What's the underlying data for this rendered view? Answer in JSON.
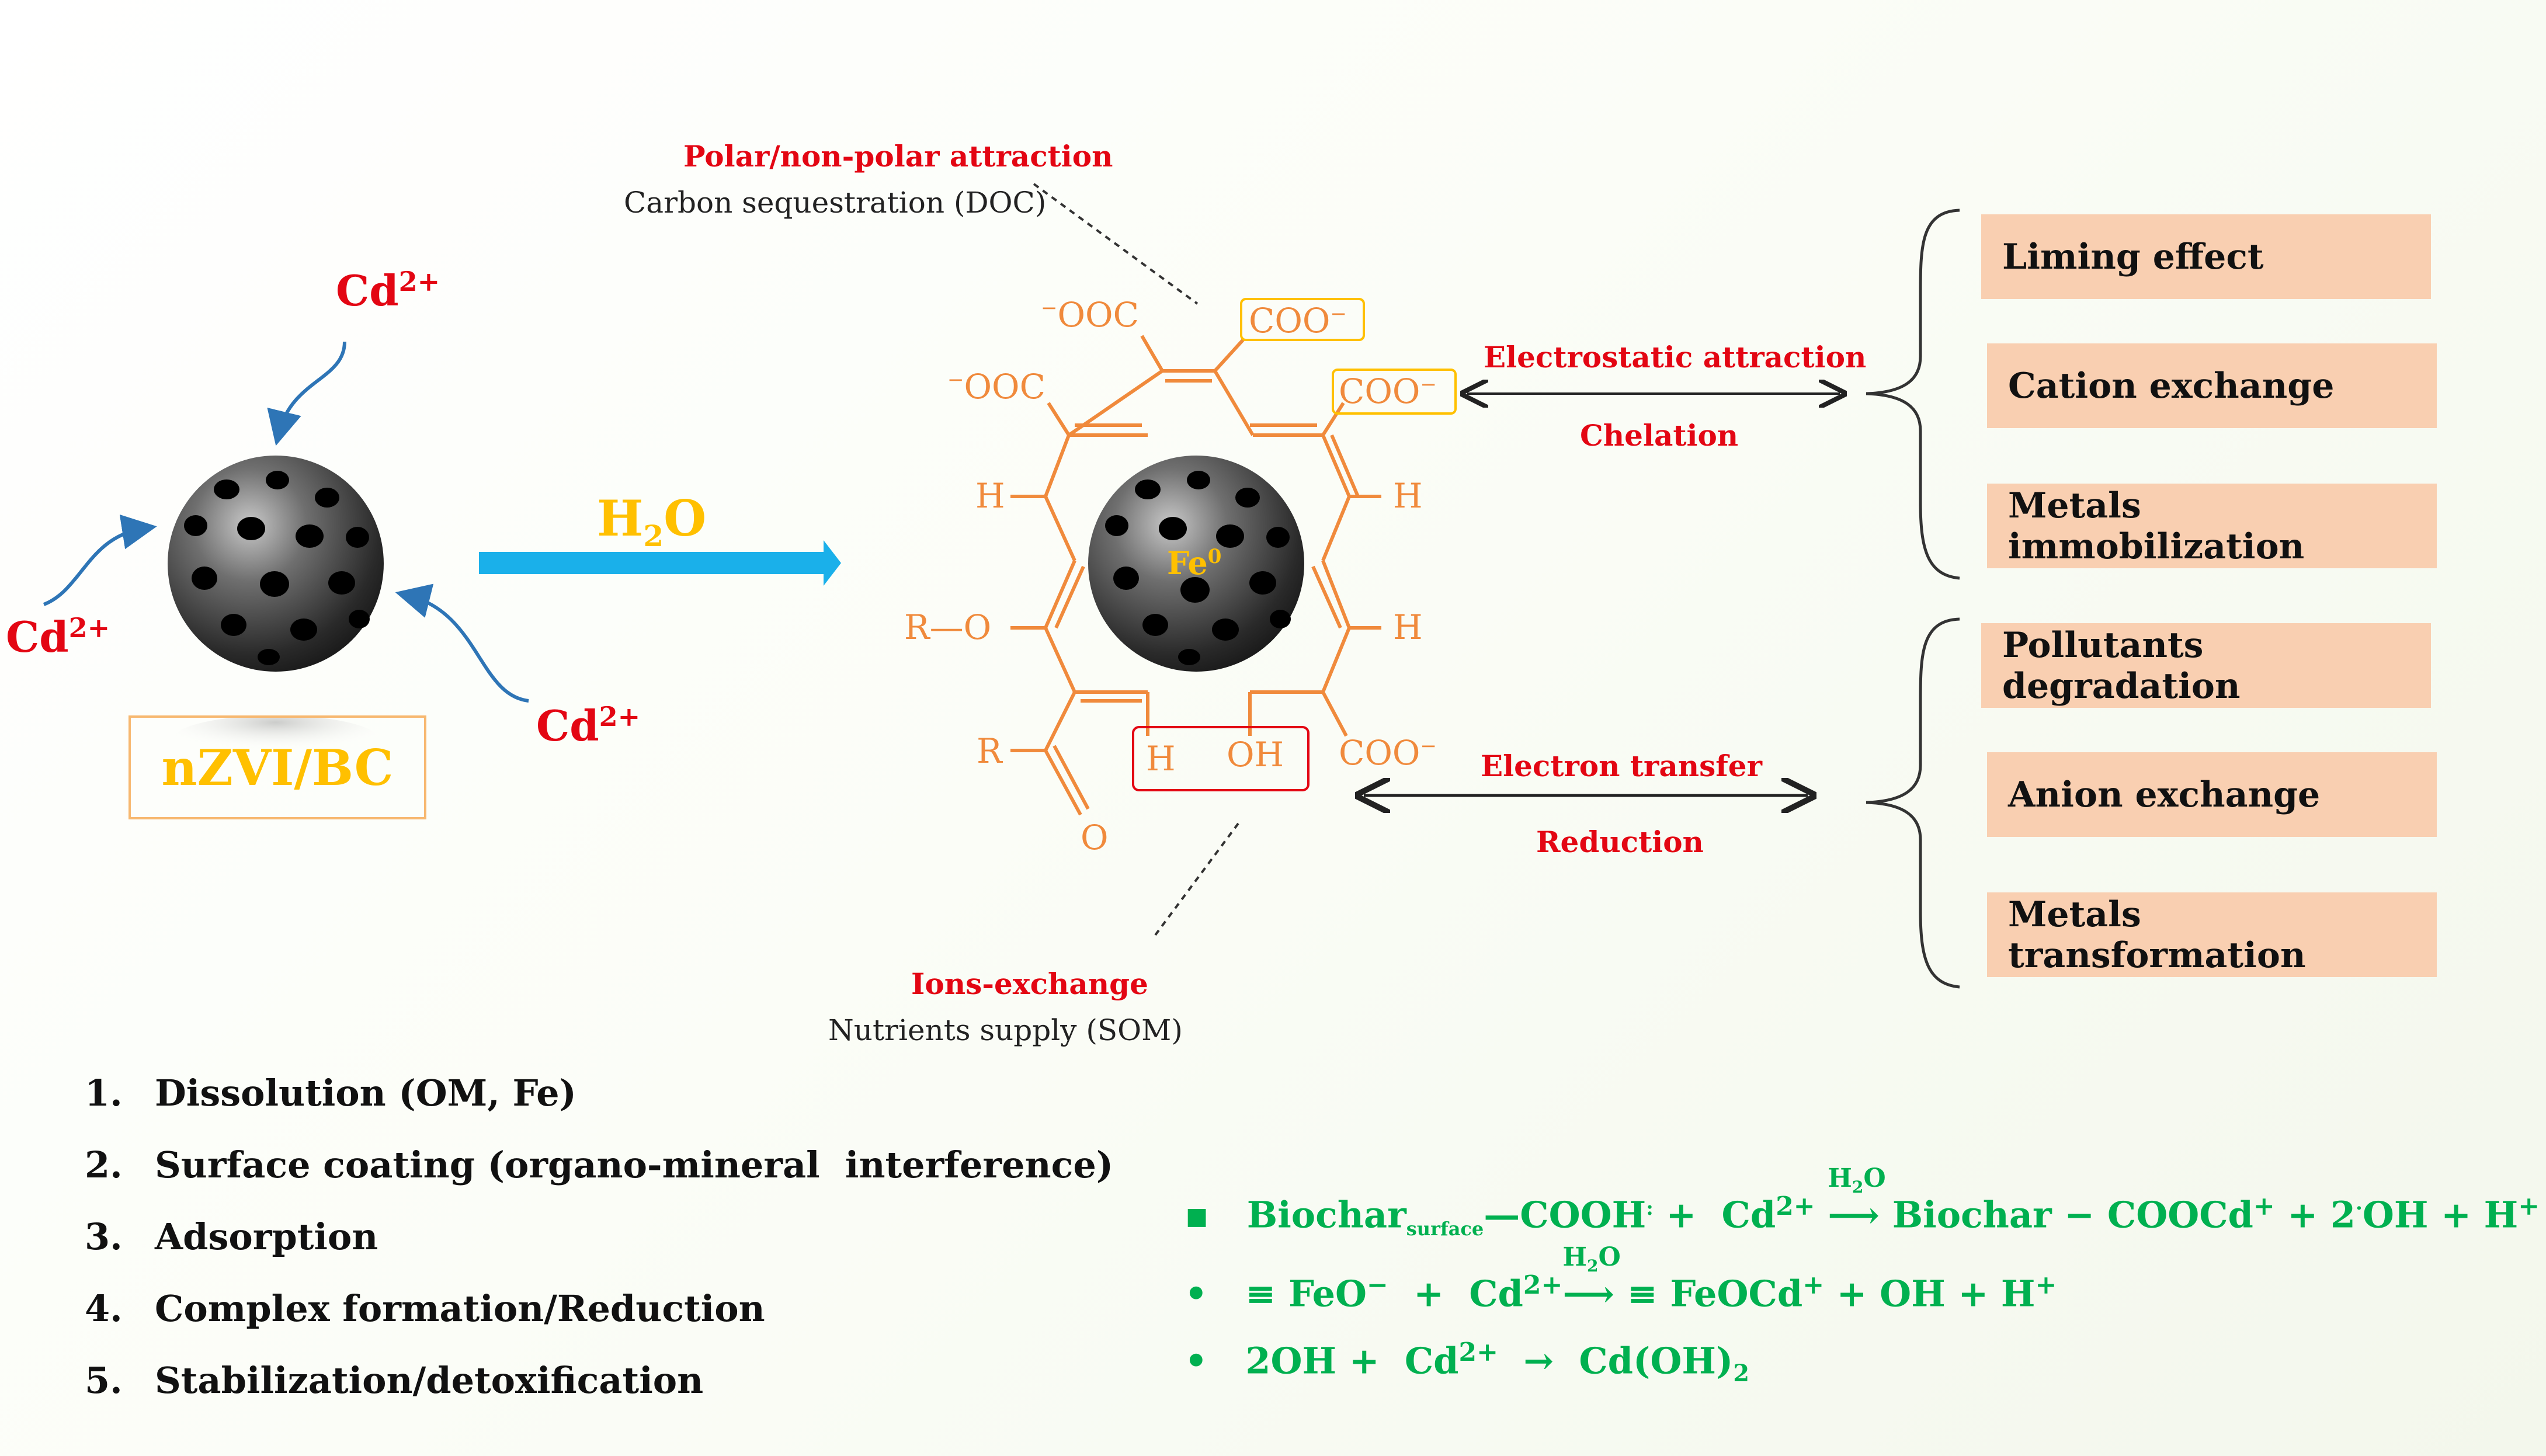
{
  "left": {
    "ion_label": "Cd",
    "ion_charge": "2+",
    "particle_label": "nZVI/BC",
    "water_label_main": "H",
    "water_label_sub": "2",
    "water_label_end": "O"
  },
  "molecule": {
    "polar_label": "Polar/non-polar attraction",
    "carbon_label": "Carbon sequestration (DOC)",
    "ion_exchange_label": "Ions-exchange",
    "nutrients_label": "Nutrients supply (SOM)",
    "core_label": "Fe",
    "core_sup": "0",
    "groups": {
      "ooc_top": "OOC",
      "ooc_left": "OOC",
      "coo_box1": "COO",
      "coo_box2": "COO",
      "coo_bottom": "COO",
      "minus": "−",
      "h": "H",
      "ro": "R—O",
      "r": "R",
      "h_bottom": "H",
      "oh": "OH",
      "o": "O"
    }
  },
  "mechanisms": {
    "upper_top": "Electrostatic attraction",
    "upper_bottom": "Chelation",
    "lower_top": "Electron transfer",
    "lower_bottom": "Reduction"
  },
  "effects": [
    "Liming effect",
    "Cation exchange",
    "Metals immobilization",
    "Pollutants degradation",
    "Anion exchange",
    "Metals transformation"
  ],
  "steps": [
    {
      "num": "1.",
      "text": "Dissolution (OM, Fe)"
    },
    {
      "num": "2.",
      "text": "Surface coating (organo-mineral  interference)"
    },
    {
      "num": "3.",
      "text": "Adsorption"
    },
    {
      "num": "4.",
      "text": "Complex formation/Reduction"
    },
    {
      "num": "5.",
      "text": "Stabilization/detoxification"
    }
  ],
  "equations": {
    "eq1": {
      "bullet": "▪",
      "a": "Biochar",
      "a_sub": "surface",
      "b": "—COOH",
      "b_dot": ":",
      "plus": " +  Cd",
      "sup": "2+",
      "arrow_label": "H",
      "arrow_label_sub": "2",
      "arrow_label_end": "O",
      "arrow": "⟶",
      "c": "Biochar − COOCd",
      "c_sup": "+",
      "d": " + 2",
      "d_dot": "·",
      "e": "OH + H",
      "e_sup": "+"
    },
    "eq2": {
      "bullet": "•",
      "a": "≡ FeO",
      "a_sup": "−",
      "plus": "  +  Cd",
      "sup": "2+",
      "arrow_label": "H",
      "arrow_label_sub": "2",
      "arrow_label_end": "O",
      "arrow": "⟶",
      "c": " ≡ FeOCd",
      "c_sup": "+",
      "d": " + OH + H",
      "d_sup": "+"
    },
    "eq3": {
      "bullet": "•",
      "a": "2OH +  Cd",
      "sup": "2+",
      "arrow": "  →  ",
      "c": "Cd(OH)",
      "c_sub": "2"
    }
  },
  "colors": {
    "ion_red": "#e30613",
    "water_yellow": "#ffc000",
    "arrow_blue": "#1ab0ea",
    "molecule_orange": "#f08a3c",
    "box_fill": "#f9cfb1",
    "equation_green": "#00b050"
  }
}
